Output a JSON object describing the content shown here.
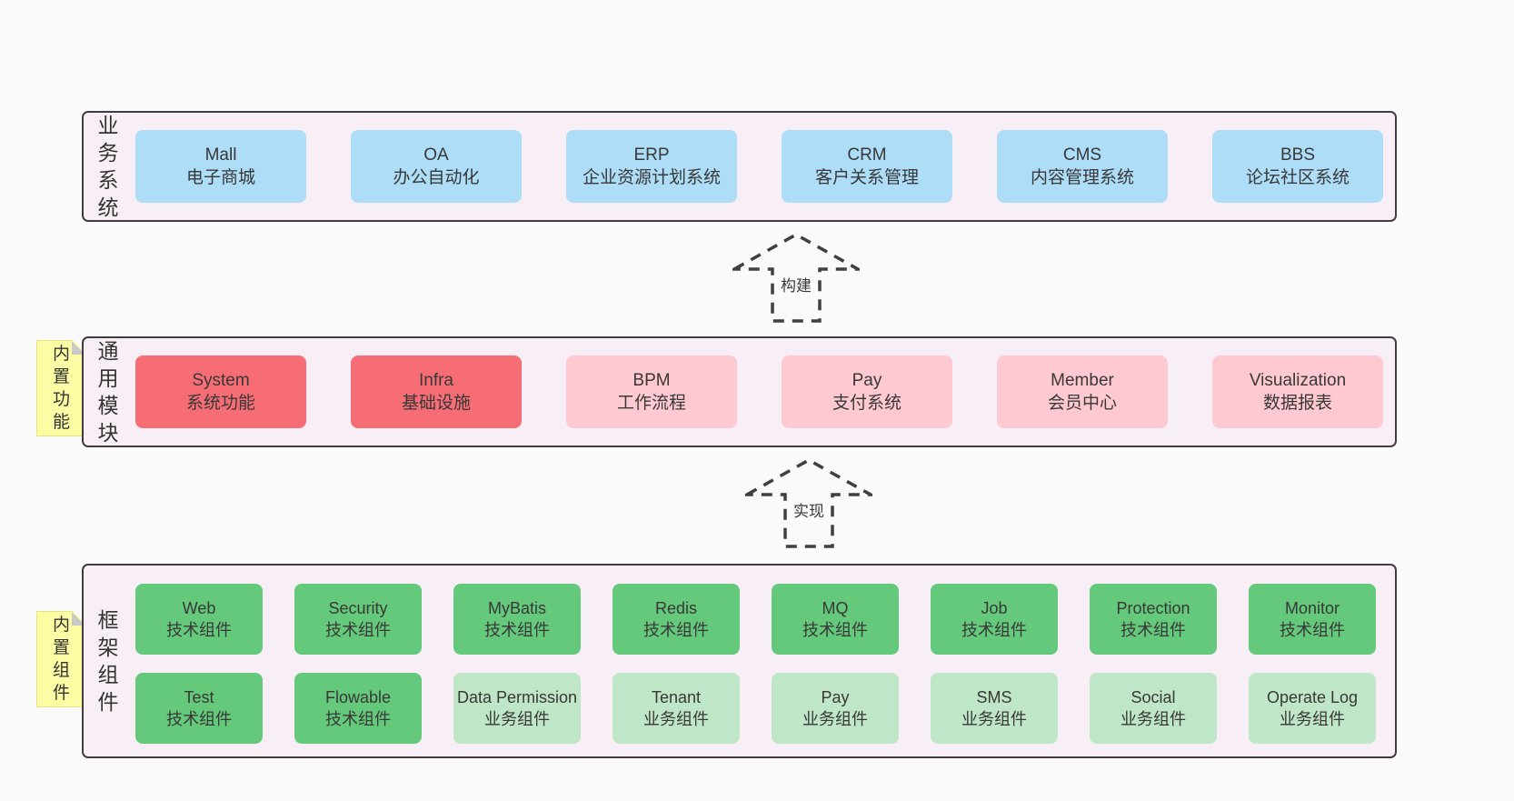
{
  "palette": {
    "page_bg": "#fafafa",
    "panel_bg": "#f8eef6",
    "panel_border": "#433b40",
    "blue_box": "#aeddf8",
    "red_box": "#f66d75",
    "pink_box": "#ffc9d2",
    "green_box": "#64c97b",
    "green_light_box": "#bfe6c6",
    "sticky_bg": "#fcfca5",
    "sticky_fold": "#c9c9c9",
    "text": "#383838"
  },
  "sections": [
    {
      "id": "business-systems",
      "label": "业务系统",
      "boxes": [
        {
          "title": "Mall",
          "subtitle": "电子商城"
        },
        {
          "title": "OA",
          "subtitle": "办公自动化"
        },
        {
          "title": "ERP",
          "subtitle": "企业资源计划系统"
        },
        {
          "title": "CRM",
          "subtitle": "客户关系管理"
        },
        {
          "title": "CMS",
          "subtitle": "内容管理系统"
        },
        {
          "title": "BBS",
          "subtitle": "论坛社区系统"
        }
      ]
    },
    {
      "id": "common-modules",
      "label": "通用模块",
      "sticky": "内置功能",
      "boxes": [
        {
          "title": "System",
          "subtitle": "系统功能",
          "variant": "red"
        },
        {
          "title": "Infra",
          "subtitle": "基础设施",
          "variant": "red"
        },
        {
          "title": "BPM",
          "subtitle": "工作流程",
          "variant": "pink"
        },
        {
          "title": "Pay",
          "subtitle": "支付系统",
          "variant": "pink"
        },
        {
          "title": "Member",
          "subtitle": "会员中心",
          "variant": "pink"
        },
        {
          "title": "Visualization",
          "subtitle": "数据报表",
          "variant": "pink"
        }
      ]
    },
    {
      "id": "framework-components",
      "label": "框架组件",
      "sticky": "内置组件",
      "rows": [
        [
          {
            "title": "Web",
            "subtitle": "技术组件",
            "variant": "green"
          },
          {
            "title": "Security",
            "subtitle": "技术组件",
            "variant": "green"
          },
          {
            "title": "MyBatis",
            "subtitle": "技术组件",
            "variant": "green"
          },
          {
            "title": "Redis",
            "subtitle": "技术组件",
            "variant": "green"
          },
          {
            "title": "MQ",
            "subtitle": "技术组件",
            "variant": "green"
          },
          {
            "title": "Job",
            "subtitle": "技术组件",
            "variant": "green"
          },
          {
            "title": "Protection",
            "subtitle": "技术组件",
            "variant": "green"
          },
          {
            "title": "Monitor",
            "subtitle": "技术组件",
            "variant": "green"
          }
        ],
        [
          {
            "title": "Test",
            "subtitle": "技术组件",
            "variant": "green"
          },
          {
            "title": "Flowable",
            "subtitle": "技术组件",
            "variant": "green"
          },
          {
            "title": "Data Permission",
            "subtitle": "业务组件",
            "variant": "green-light"
          },
          {
            "title": "Tenant",
            "subtitle": "业务组件",
            "variant": "green-light"
          },
          {
            "title": "Pay",
            "subtitle": "业务组件",
            "variant": "green-light"
          },
          {
            "title": "SMS",
            "subtitle": "业务组件",
            "variant": "green-light"
          },
          {
            "title": "Social",
            "subtitle": "业务组件",
            "variant": "green-light"
          },
          {
            "title": "Operate Log",
            "subtitle": "业务组件",
            "variant": "green-light"
          }
        ]
      ]
    }
  ],
  "arrows": [
    {
      "label": "构建"
    },
    {
      "label": "实现"
    }
  ]
}
